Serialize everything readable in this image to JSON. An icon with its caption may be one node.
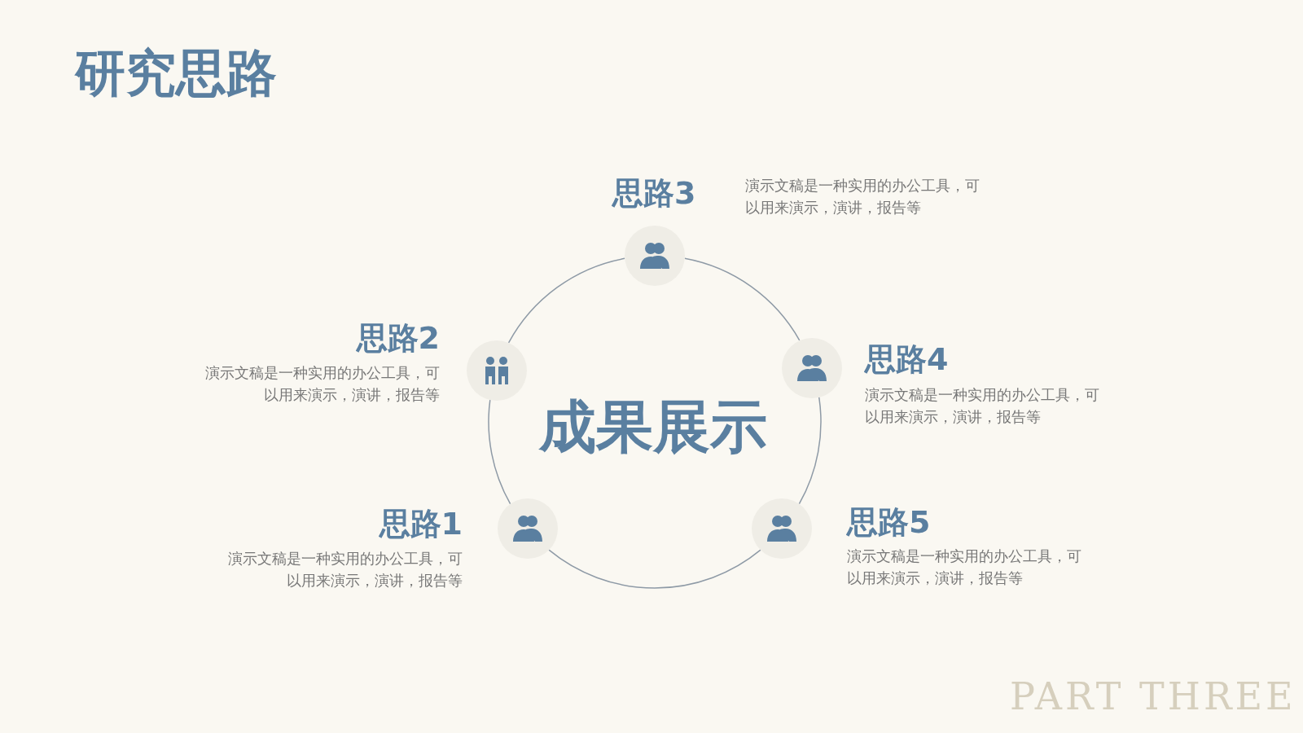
{
  "diagram": {
    "title": "研究思路",
    "nodes": [
      {
        "text": [],
        "shape": "circle",
        "beside": [
          "思路1",
          "演示文稿是一种实用的办公工具，可以用来演示，演讲，报告等"
        ]
      },
      {
        "text": [],
        "shape": "circle",
        "beside": [
          "思路2",
          "演示文稿是一种实用的办公工具，可以用来演示，演讲，报告等"
        ]
      },
      {
        "text": [],
        "shape": "circle",
        "beside": [
          "思路3",
          "演示文稿是一种实用的办公工具，可以用来演示，演讲，报告等"
        ]
      },
      {
        "text": [],
        "shape": "circle",
        "beside": [
          "思路4",
          "演示文稿是一种实用的办公工具，可以用来演示，演讲，报告等"
        ]
      },
      {
        "text": [],
        "shape": "circle",
        "beside": [
          "思路5",
          "演示文稿是一种实用的办公工具，可以用来演示，演讲，报告等"
        ]
      }
    ],
    "edges": [
      {
        "from": 0,
        "to": 1,
        "arrow": "none"
      },
      {
        "from": 1,
        "to": 2,
        "arrow": "none"
      },
      {
        "from": 2,
        "to": 3,
        "arrow": "none"
      },
      {
        "from": 3,
        "to": 4,
        "arrow": "none"
      },
      {
        "from": 4,
        "to": 0,
        "arrow": "none"
      }
    ],
    "labels": [
      "成果展示",
      "PART THREE"
    ]
  }
}
